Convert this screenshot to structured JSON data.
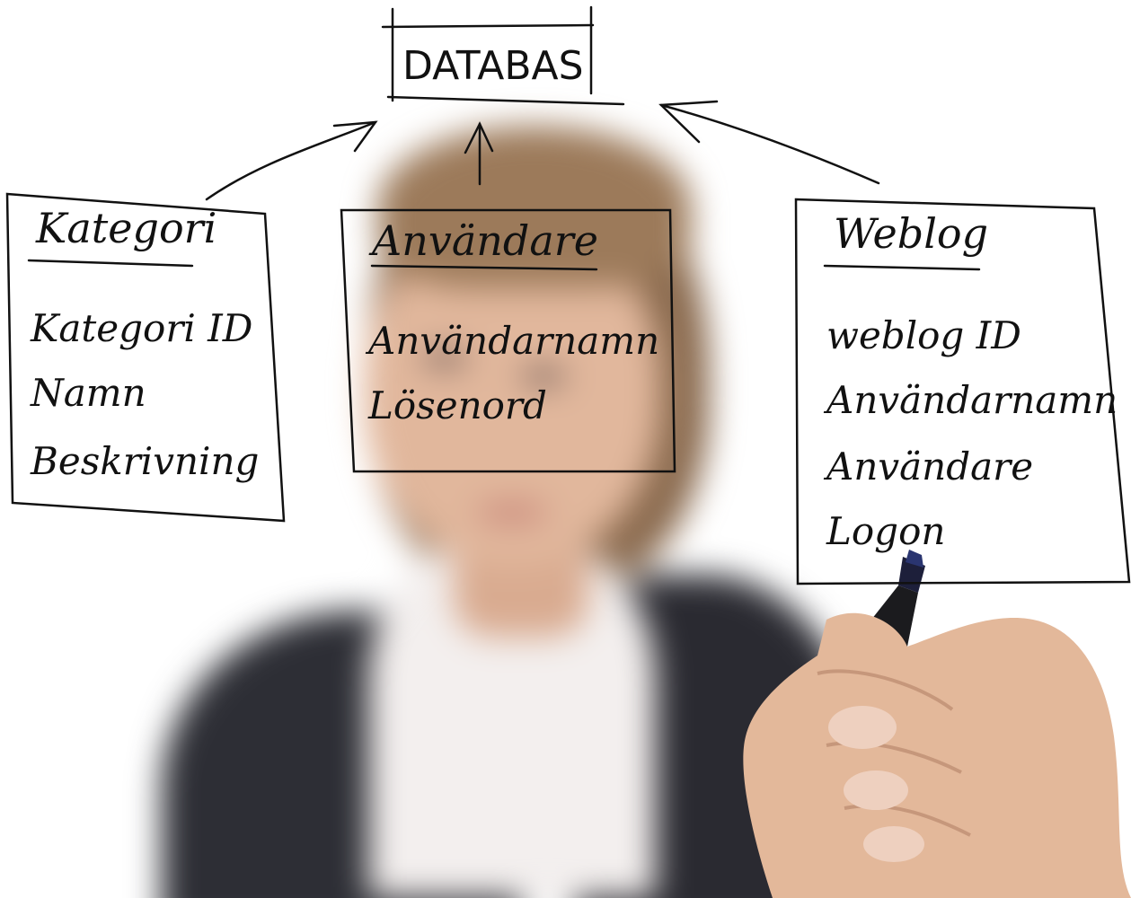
{
  "diagram": {
    "root": {
      "label": "DATABAS"
    },
    "tables": [
      {
        "title": "Kategori",
        "fields": [
          "Kategori ID",
          "Namn",
          "Beskrivning"
        ]
      },
      {
        "title": "Användare",
        "fields": [
          "Användarnamn",
          "Lösenord"
        ]
      },
      {
        "title": "Weblog",
        "fields": [
          "weblog ID",
          "Användarnamn",
          "Användare",
          "Logon"
        ]
      }
    ]
  },
  "colors": {
    "ink": "#111111",
    "background": "#ffffff",
    "jacket": "#2d2e35",
    "skin": "#e1b79c",
    "hair": "#8a6a4e",
    "marker": "#1b1b1e"
  }
}
